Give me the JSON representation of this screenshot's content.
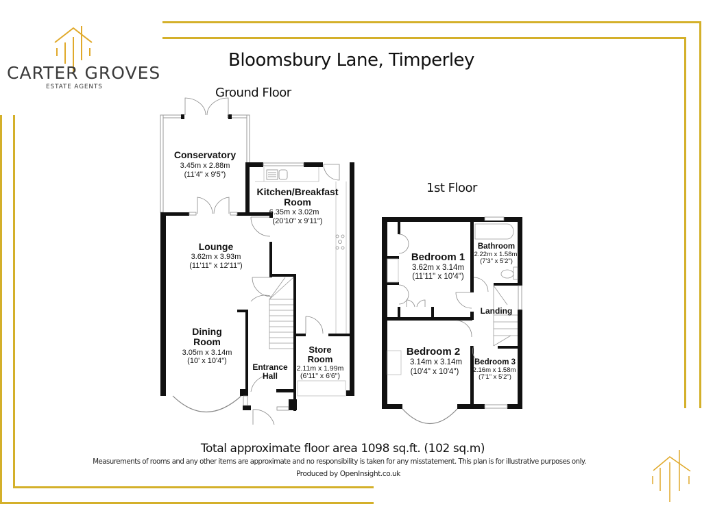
{
  "brand": {
    "name": "CARTER GROVES",
    "tagline": "ESTATE AGENTS",
    "accent_color": "#d4b02a",
    "logo_icon": "house-lines-icon"
  },
  "property": {
    "title": "Bloomsbury Lane, Timperley"
  },
  "floors": [
    {
      "label": "Ground Floor",
      "rooms": [
        {
          "name": "Conservatory",
          "metric": "3.45m x 2.88m",
          "imperial": "(11'4\" x 9'5\")"
        },
        {
          "name_lines": [
            "Kitchen/Breakfast",
            "Room"
          ],
          "metric": "6.35m x 3.02m",
          "imperial": "(20'10\" x 9'11\")"
        },
        {
          "name": "Lounge",
          "metric": "3.62m x 3.93m",
          "imperial": "(11'11\" x 12'11\")"
        },
        {
          "name_lines": [
            "Dining",
            "Room"
          ],
          "metric": "3.05m x 3.14m",
          "imperial": "(10' x 10'4\")"
        },
        {
          "name_lines": [
            "Entrance",
            "Hall"
          ]
        },
        {
          "name_lines": [
            "Store",
            "Room"
          ],
          "metric": "2.11m x 1.99m",
          "imperial": "(6'11\" x 6'6\")"
        }
      ]
    },
    {
      "label": "1st Floor",
      "rooms": [
        {
          "name": "Bedroom 1",
          "metric": "3.62m x 3.14m",
          "imperial": "(11'11\" x 10'4\")"
        },
        {
          "name": "Bathroom",
          "metric": "2.22m x 1.58m",
          "imperial": "(7'3\" x 5'2\")"
        },
        {
          "name": "Landing"
        },
        {
          "name": "Bedroom 2",
          "metric": "3.14m x 3.14m",
          "imperial": "(10'4\" x 10'4\")"
        },
        {
          "name": "Bedroom 3",
          "metric": "2.16m x 1.58m",
          "imperial": "(7'1\" x 5'2\")"
        }
      ]
    }
  ],
  "footer": {
    "total_area": "Total approximate floor area 1098 sq.ft. (102 sq.m)",
    "disclaimer": "Measurements of rooms and any other items are approximate and no responsibility is taken for any misstatement. This plan is for illustrative purposes only.",
    "producer": "Produced by OpenInsight.co.uk"
  }
}
